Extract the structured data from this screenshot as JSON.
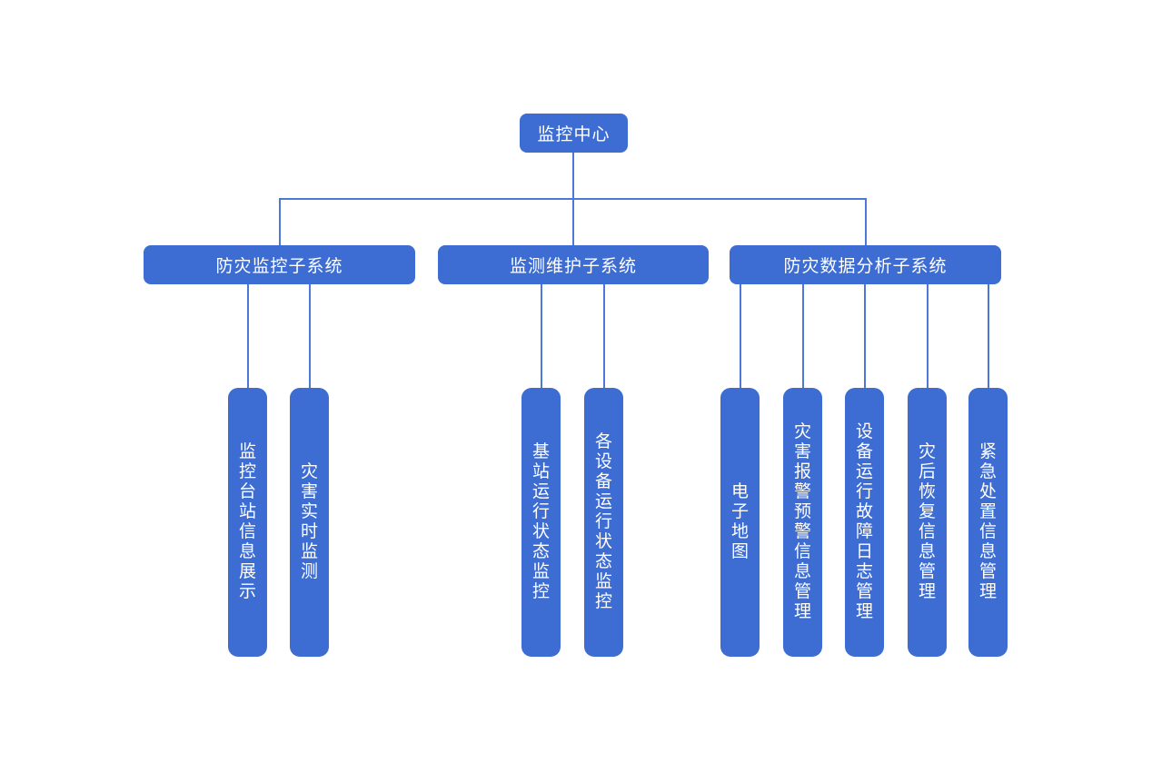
{
  "diagram": {
    "type": "org-chart",
    "node_fill_color": "#3d6cd3",
    "node_text_color": "#ffffff",
    "connector_color": "#4d79d6",
    "background_color": "#ffffff",
    "root": {
      "label": "监控中心"
    },
    "groups": [
      {
        "label": "防灾监控子系统",
        "children": [
          {
            "label": "监控台站信息展示"
          },
          {
            "label": "灾害实时监测"
          }
        ]
      },
      {
        "label": "监测维护子系统",
        "children": [
          {
            "label": "基站运行状态监控"
          },
          {
            "label": "各设备运行状态监控"
          }
        ]
      },
      {
        "label": "防灾数据分析子系统",
        "children": [
          {
            "label": "电子地图"
          },
          {
            "label": "灾害报警预警信息管理"
          },
          {
            "label": "设备运行故障日志管理"
          },
          {
            "label": "灾后恢复信息管理"
          },
          {
            "label": "紧急处置信息管理"
          }
        ]
      }
    ]
  }
}
